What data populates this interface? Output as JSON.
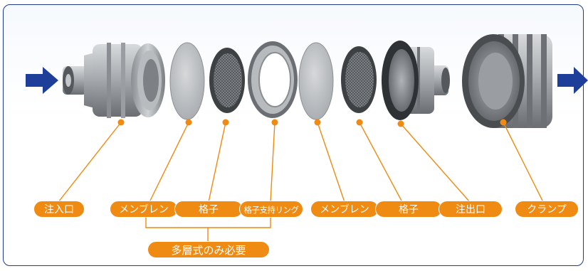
{
  "labels": {
    "inlet": "注入口",
    "membrane1": "メンブレン",
    "grid1": "格子",
    "grid_support_ring": "格子支持リング",
    "membrane2": "メンブレン",
    "grid2": "格子",
    "outlet": "注出口",
    "clamp": "クランプ"
  },
  "note": "多層式のみ必要",
  "colors": {
    "frame_border": "#1e3c8c",
    "label_fill": "#ef8a12",
    "leader_line": "#ef8a12",
    "arrow": "#1e3f99"
  },
  "icons": [
    "inlet-arrow-icon",
    "outlet-arrow-icon"
  ]
}
